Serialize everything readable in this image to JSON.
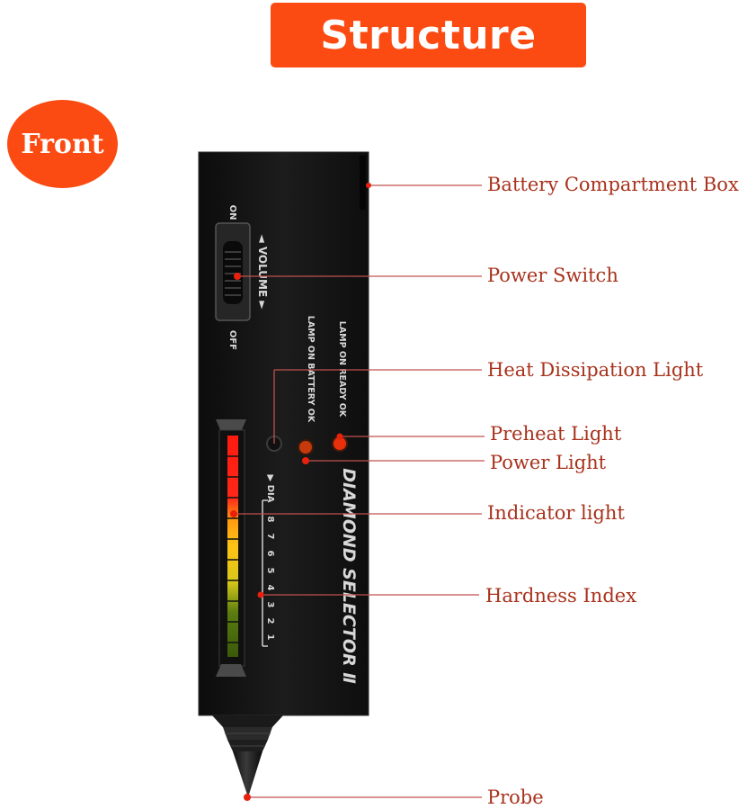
{
  "title": "Structure",
  "badge": "Front",
  "colors": {
    "accent": "#fb4b12",
    "label": "#a8321c",
    "leader": "#c0504d",
    "device_body": "#151515"
  },
  "device_text": {
    "switch_on": "ON",
    "switch_off": "OFF",
    "volume": "◄ VOLUME ►",
    "lamp_battery": "LAMP ON BATTERY OK",
    "lamp_ready": "LAMP ON READY OK",
    "dia": "▶ DIA",
    "brand": "DIAMOND SELECTOR Ⅱ",
    "scale": [
      "1",
      "2",
      "3",
      "4",
      "5",
      "6",
      "7",
      "8"
    ]
  },
  "callouts": [
    {
      "label": "Battery Compartment Box"
    },
    {
      "label": "Power Switch"
    },
    {
      "label": "Heat Dissipation Light"
    },
    {
      "label": "Preheat Light"
    },
    {
      "label": "Power Light"
    },
    {
      "label": "Indicator light"
    },
    {
      "label": "Hardness Index"
    },
    {
      "label": "Probe"
    }
  ]
}
